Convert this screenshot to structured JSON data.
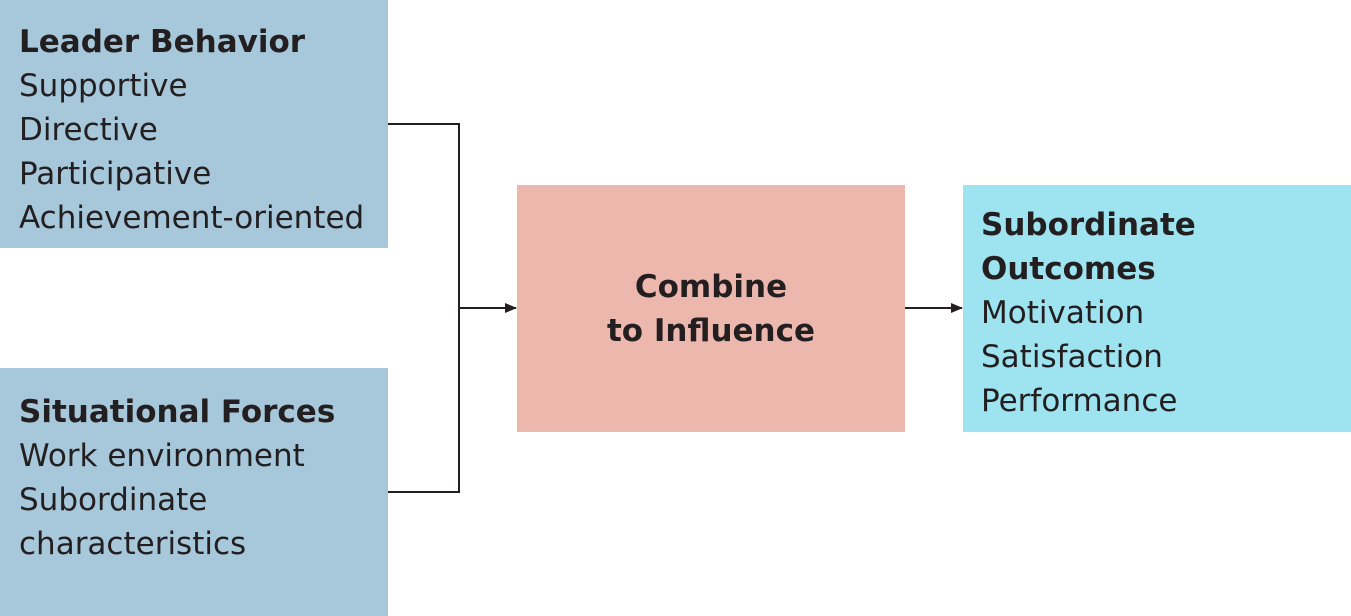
{
  "leader_behavior": {
    "title": "Leader Behavior",
    "items": [
      "Supportive",
      "Directive",
      "Participative",
      "Achievement-oriented"
    ]
  },
  "situational_forces": {
    "title": "Situational Forces",
    "items": [
      "Work environment",
      "Subordinate",
      "characteristics"
    ]
  },
  "combine": {
    "lines": [
      "Combine",
      "to Influence"
    ]
  },
  "subordinate_outcomes": {
    "title_lines": [
      "Subordinate",
      "Outcomes"
    ],
    "items": [
      "Motivation",
      "Satisfaction",
      "Performance"
    ]
  },
  "colors": {
    "input_box": "#a7c7da",
    "combine_box": "#ecb8ae",
    "outcome_box": "#9ee3f0",
    "line": "#231f20"
  }
}
